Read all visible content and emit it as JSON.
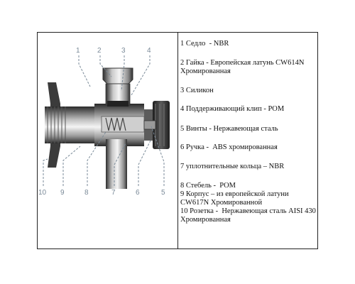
{
  "diagram": {
    "callout_numbers_top": [
      "1",
      "2",
      "3",
      "4"
    ],
    "callout_numbers_bottom": [
      "10",
      "9",
      "8",
      "7",
      "6",
      "5"
    ]
  },
  "legend": {
    "items": [
      "1 Седло  - NBR",
      "2 Гайка - Европейская латунь CW614N Хромированная",
      "3 Силикон",
      "4 Поддерживающий клип - POM",
      "5 Винты - Нержавеющая сталь",
      "6 Ручка -  ABS хромированная",
      "7 уплотнительные кольца – NBR",
      "8 Стебель -  POM",
      "9 Корпус – из европейской латуни CW617N Хромированной",
      "10 Розетка -  Нержавеющая сталь AISI 430 Хромированная"
    ]
  },
  "colors": {
    "border": "#222222",
    "callout": "#7a8a98",
    "metal_dark": "#3a3a3a",
    "metal_light": "#d8d8d8",
    "handle": "#2b2b2b"
  }
}
